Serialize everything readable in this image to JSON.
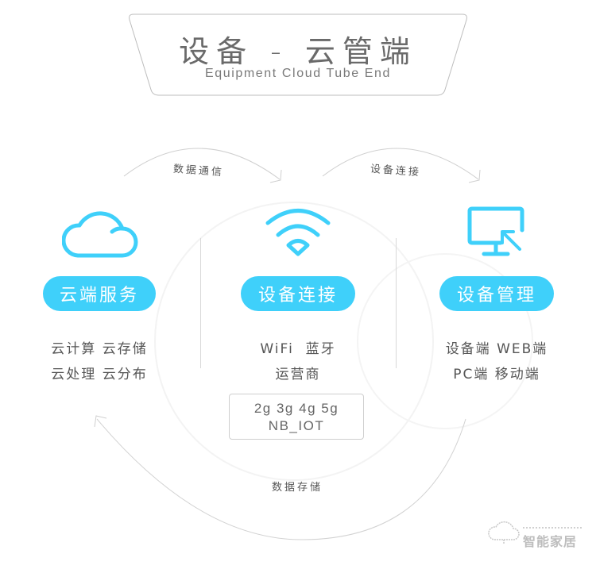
{
  "header": {
    "title_zh": "设备 - 云管端",
    "title_en": "Equipment Cloud Tube End"
  },
  "arcs": {
    "top_left_label": "数据通信",
    "top_right_label": "设备连接",
    "bottom_label": "数据存储"
  },
  "columns": [
    {
      "icon": "cloud-icon",
      "badge": "云端服务",
      "lines": [
        "云计算 云存储",
        "云处理 云分布"
      ]
    },
    {
      "icon": "wifi-icon",
      "badge": "设备连接",
      "lines": [
        "WiFi  蓝牙",
        "运营商"
      ],
      "network_box": [
        "2g 3g 4g 5g",
        "NB_IOT"
      ]
    },
    {
      "icon": "monitor-cursor-icon",
      "badge": "设备管理",
      "lines": [
        "设备端 WEB端",
        "PC端 移动端"
      ]
    }
  ],
  "watermark": {
    "icon": "cloud-outline-icon",
    "text": "智能家居"
  },
  "colors": {
    "accent": "#3fd0fa",
    "text": "#555555",
    "line": "#d0d0d0"
  }
}
